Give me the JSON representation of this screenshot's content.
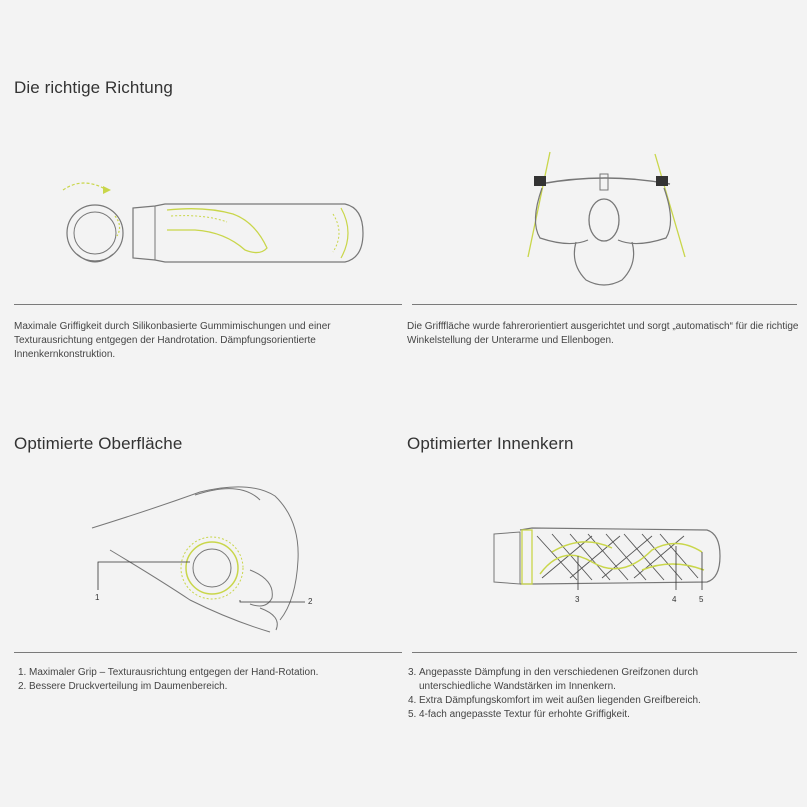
{
  "sections": {
    "direction": {
      "title": "Die richtige Richtung",
      "text_left": "Maximale Griffigkeit durch Silikonbasierte Gummimischungen und einer Texturausrichtung entgegen der Handrotation. Dämpfungsorientierte Innenkernkonstruktion.",
      "text_right": "Die Grifffläche wurde fahrerorientiert ausgerichtet und sorgt „automatisch“ für die richtige Winkelstellung der Unterarme und Ellenbogen."
    },
    "surface": {
      "title": "Optimierte Oberfläche",
      "callouts": [
        "1",
        "2"
      ],
      "items": [
        {
          "num": "1.",
          "text": "Maximaler Grip – Texturausrichtung entgegen der Hand-Rotation."
        },
        {
          "num": "2.",
          "text": "Bessere Druckverteilung im Daumenbereich."
        }
      ]
    },
    "core": {
      "title": "Optimierter Innenkern",
      "callouts": [
        "3",
        "4",
        "5"
      ],
      "items": [
        {
          "num": "3.",
          "text": "Angepasste Dämpfung in den verschiedenen Greifzonen durch unterschiedliche Wandstärken im Innenkern."
        },
        {
          "num": "4.",
          "text": "Extra Dämpfungskomfort im weit außen liegenden Greifbereich."
        },
        {
          "num": "5.",
          "text": "4-fach angepasste Textur für erhohte Griffigkeit."
        }
      ]
    }
  },
  "colors": {
    "accent": "#c9d64a",
    "line": "#777777",
    "text": "#333333",
    "background": "#f3f3f3"
  }
}
